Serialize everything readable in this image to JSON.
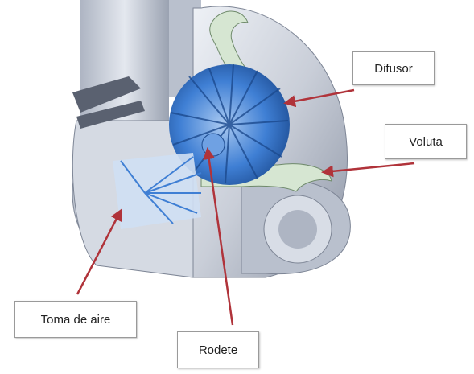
{
  "labels": {
    "difusor": "Difusor",
    "voluta": "Voluta",
    "toma_de_aire": "Toma de aire",
    "rodete": "Rodete"
  },
  "colors": {
    "casing": "#c9ced8",
    "casing_dark": "#8e96a6",
    "casing_light": "#eef1f6",
    "blades": "#3f7fd4",
    "blades_light": "#a9c9f1",
    "section_cut": "#d6e6d2",
    "arrow": "#b0333a"
  }
}
